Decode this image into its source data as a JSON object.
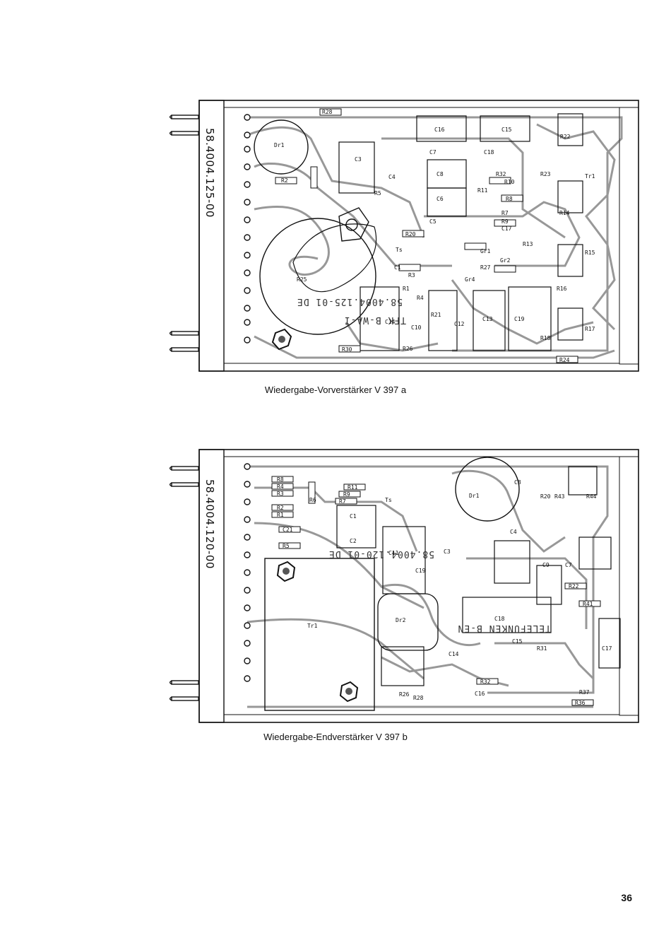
{
  "board_a": {
    "part_number": "58.4004.125-00",
    "mirror_text_1": "58.4004.125-01 DE",
    "mirror_text_2": "TFK    B-WA-I",
    "caption": "Wiedergabe-Vorverstärker  V 397 a",
    "labels": [
      "R28",
      "Dr1",
      "R2",
      "C3",
      "C4",
      "R5",
      "C16",
      "C15",
      "R22",
      "C7",
      "C18",
      "R32",
      "R23",
      "R10",
      "R11",
      "C8",
      "C6",
      "R8",
      "R7",
      "R9",
      "C5",
      "R20",
      "C17",
      "R13",
      "Ts",
      "C1",
      "R3",
      "Gr1",
      "Gr2",
      "R27",
      "Gr4",
      "R1",
      "R4",
      "R21",
      "C12",
      "C13",
      "C19",
      "C14",
      "C10",
      "R26",
      "R30",
      "R24",
      "R25",
      "Tr1",
      "R14",
      "R15",
      "R16",
      "R17",
      "R18"
    ]
  },
  "board_b": {
    "part_number": "58.4004.120-00",
    "mirror_text_1": "58.4004.120-01 DE",
    "mirror_text_2": "TELEFUNKEN  B-EN",
    "caption": "Wiedergabe-Endverstärker  V 397 b",
    "labels": [
      "R8",
      "R4",
      "R3",
      "R2",
      "R1",
      "C21",
      "R5",
      "R6",
      "R11",
      "R9",
      "R7",
      "C1",
      "C2",
      "Ts",
      "Dr1",
      "C8",
      "R20",
      "R43",
      "R44",
      "C11",
      "C3",
      "C19",
      "C4",
      "C9",
      "C7",
      "R22",
      "R41",
      "C18",
      "Dr2",
      "Tr1",
      "C14",
      "C15",
      "R31",
      "C17",
      "R32",
      "C16",
      "R36",
      "R37",
      "R28",
      "R26"
    ]
  },
  "page_number": "36"
}
